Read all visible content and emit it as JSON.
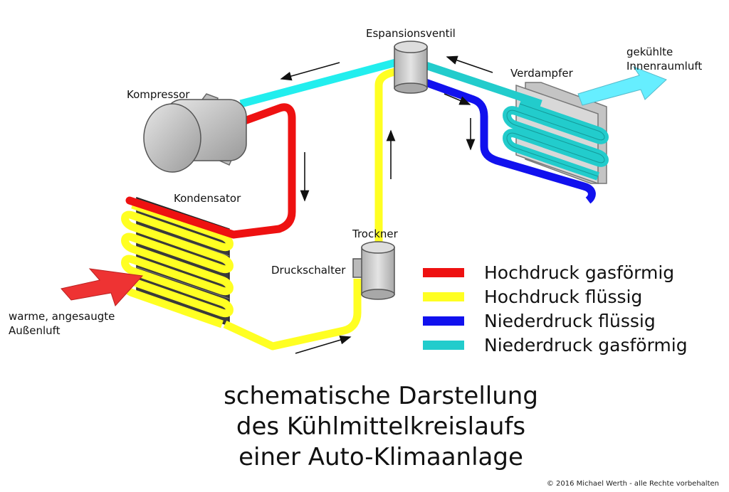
{
  "labels": {
    "expansion_valve": "Espansionsventil",
    "compressor": "Kompressor",
    "evaporator": "Verdampfer",
    "condenser": "Kondensator",
    "dryer": "Trockner",
    "pressure_switch": "Druckschalter",
    "cooled_air_line1": "gekühlte",
    "cooled_air_line2": "Innenraumluft",
    "warm_air_line1": "warme, angesaugte",
    "warm_air_line2": "Außenluft"
  },
  "legend": [
    {
      "label": "Hochdruck gasförmig",
      "color": "#ee1111"
    },
    {
      "label": "Hochdruck flüssig",
      "color": "#ffff22"
    },
    {
      "label": "Niederdruck flüssig",
      "color": "#1111ee"
    },
    {
      "label": "Niederdruck gasförmig",
      "color": "#22cccc"
    }
  ],
  "title": {
    "line1": "schematische Darstellung",
    "line2": "des Kühlmittelkreislaufs",
    "line3": "einer Auto-Klimaanlage"
  },
  "copyright": "© 2016 Michael Werth - alle Rechte vorbehalten",
  "colors": {
    "high_gas": "#ee1111",
    "high_liquid": "#ffff22",
    "low_liquid": "#1111ee",
    "low_gas": "#22cccc",
    "cooled_air_arrow": "#66eeff",
    "warm_air_arrow": "#ee3333",
    "component_gray": "#c8c8c8"
  }
}
